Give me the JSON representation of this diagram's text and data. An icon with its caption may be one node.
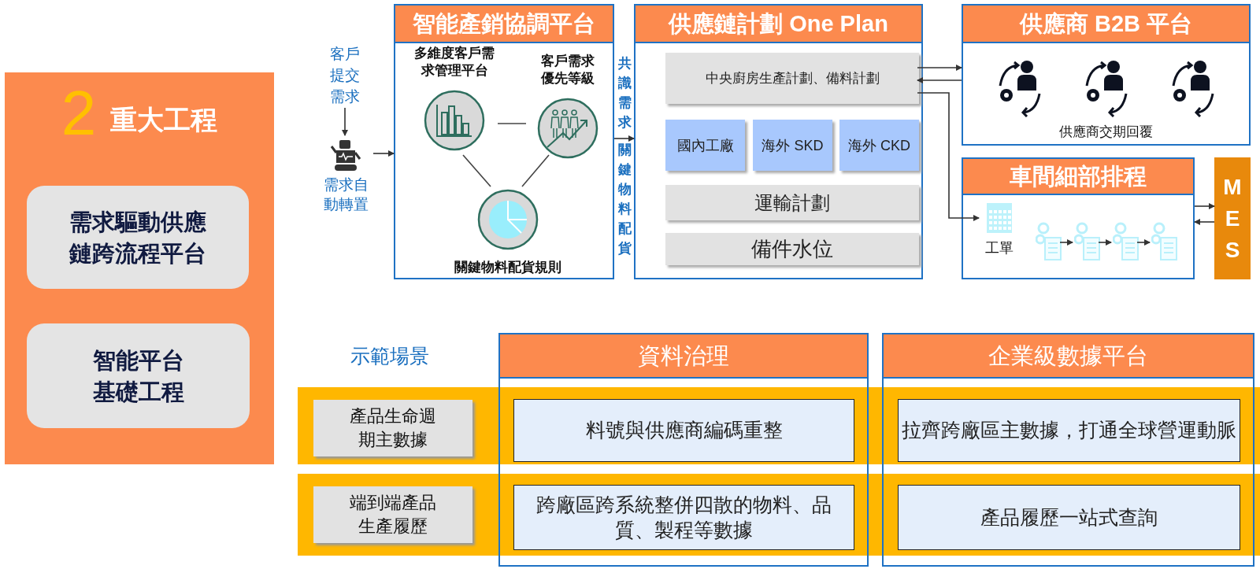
{
  "diagram": {
    "nodes": [
      {
        "text": [
          "2",
          "重大工程"
        ]
      },
      {
        "text": [
          "需求驅動供應鏈跨流程平台"
        ],
        "in": 0
      },
      {
        "text": [
          "智能平台基礎工程"
        ],
        "in": 0
      },
      {
        "text": [
          "客戶提交需求"
        ]
      },
      {
        "text": [
          "需求自動轉置"
        ]
      },
      {
        "text": [
          "智能產銷協調平台"
        ]
      },
      {
        "text": [
          "多維度客戶需求管理平台"
        ],
        "in": 5
      },
      {
        "text": [
          "客戶需求優先等級"
        ],
        "in": 5
      },
      {
        "text": [
          "關鍵物料配貨規則"
        ],
        "in": 5
      },
      {
        "text": [
          "供應鏈計劃 One Plan"
        ]
      },
      {
        "text": [
          "中央廚房生產計劃、備料計劃"
        ],
        "in": 9
      },
      {
        "text": [
          "國內工廠"
        ],
        "in": 9
      },
      {
        "text": [
          "海外 SKD"
        ],
        "in": 9
      },
      {
        "text": [
          "海外 CKD"
        ],
        "in": 9
      },
      {
        "text": [
          "運輸計劃"
        ],
        "in": 9
      },
      {
        "text": [
          "備件水位"
        ],
        "in": 9
      },
      {
        "text": [
          "供應商 B2B 平台",
          "供應商交期回覆"
        ]
      },
      {
        "text": [
          "車間細部排程"
        ]
      },
      {
        "text": [
          "工單"
        ],
        "in": 17
      },
      {
        "text": [],
        "shape": "document",
        "in": 17
      },
      {
        "text": [],
        "shape": "document",
        "in": 17
      },
      {
        "text": [],
        "shape": "document",
        "in": 17
      },
      {
        "text": [],
        "shape": "document",
        "in": 17
      },
      {
        "text": [
          "MES"
        ]
      },
      {
        "text": [
          "資料治理"
        ]
      },
      {
        "text": [
          "企業級數據平台"
        ]
      },
      {
        "text": [
          "產品生命週期主數據"
        ]
      },
      {
        "text": [
          "端到端產品生產履歷"
        ]
      },
      {
        "text": [
          "料號與供應商編碼重整"
        ],
        "in": 24
      },
      {
        "text": [
          "拉齊跨廠區主數據，打通全球營運動脈"
        ],
        "in": 25
      },
      {
        "text": [
          "跨廠區跨系統整併四散的物料、品質、製程等數據"
        ],
        "in": 24
      },
      {
        "text": [
          "產品履歷一站式查詢"
        ],
        "in": 25
      }
    ],
    "edges": [
      {
        "from": 3,
        "to": 4,
        "arrow": "to"
      },
      {
        "from": 4,
        "to": 5,
        "arrow": "to"
      },
      {
        "from": 6,
        "to": 7,
        "arrow": "none"
      },
      {
        "from": 6,
        "to": 8,
        "arrow": "none"
      },
      {
        "from": 7,
        "to": 8,
        "arrow": "none"
      },
      {
        "from": 5,
        "to": 9,
        "arrow": "to",
        "label": "共識需求"
      },
      {
        "from": 10,
        "to": 16,
        "arrow": "to"
      },
      {
        "from": 16,
        "to": 10,
        "arrow": "to"
      },
      {
        "from": 10,
        "to": 18,
        "arrow": "to"
      },
      {
        "from": 19,
        "to": 20,
        "arrow": "to"
      },
      {
        "from": 20,
        "to": 21,
        "arrow": "to"
      },
      {
        "from": 21,
        "to": 22,
        "arrow": "to"
      },
      {
        "from": 17,
        "to": 23,
        "arrow": "to"
      },
      {
        "from": 23,
        "to": 17,
        "arrow": "to"
      }
    ],
    "labels": [
      "關鍵物料配貨",
      "示範場景"
    ]
  }
}
